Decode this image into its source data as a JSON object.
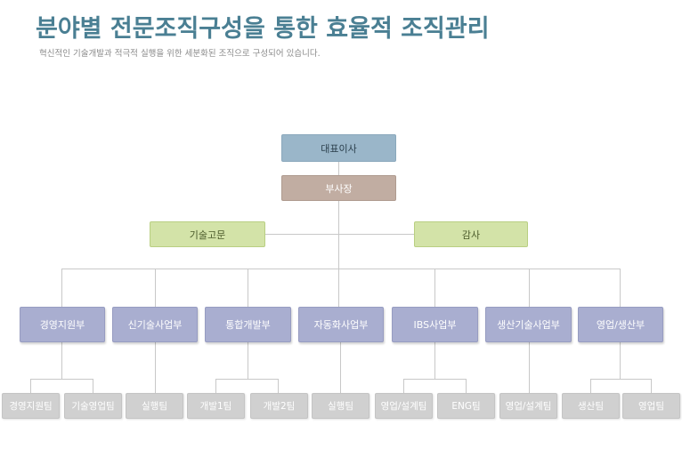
{
  "header": {
    "title": "분야별 전문조직구성을 통한 효율적 조직관리",
    "subtitle": "혁신적인 기술개발과 적극적 실행을 위한 세분화된 조직으로 구성되어 있습니다."
  },
  "org": {
    "ceo": "대표이사",
    "vp": "부사장",
    "advisor": "기술고문",
    "auditor": "감사",
    "divisions": [
      {
        "label": "경영지원부",
        "teams": [
          "경영지원팀",
          "기술영업팀"
        ]
      },
      {
        "label": "신기술사업부",
        "teams": [
          "실행팀"
        ]
      },
      {
        "label": "통합개발부",
        "teams": [
          "개발1팀",
          "개발2팀"
        ]
      },
      {
        "label": "자동화사업부",
        "teams": [
          "실행팀"
        ]
      },
      {
        "label": "IBS사업부",
        "teams": [
          "영업/설계팀",
          "ENG팀"
        ]
      },
      {
        "label": "생산기술사업부",
        "teams": [
          "영업/설계팀"
        ]
      },
      {
        "label": "영업/생산부",
        "teams": [
          "생산팀",
          "영업팀"
        ]
      }
    ]
  },
  "colors": {
    "title": "#4a7f93",
    "ceo": "#9ab6c9",
    "vp": "#c1ada2",
    "advisor": "#d3e3a8",
    "division": "#a9aed0",
    "team": "#d0d0d0",
    "line": "#c8c8c8"
  }
}
